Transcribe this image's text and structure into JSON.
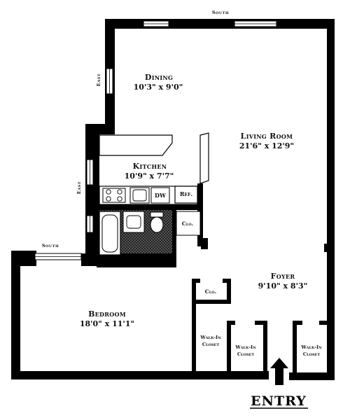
{
  "compass": {
    "south_top": "South",
    "east_upper": "East",
    "east_lower": "East",
    "south_left": "South"
  },
  "rooms": {
    "dining": {
      "name": "Dining",
      "dim": "10'3\" x 9'0\""
    },
    "living": {
      "name": "Living Room",
      "dim": "21'6\" x 12'9\""
    },
    "kitchen": {
      "name": "Kitchen",
      "dim": "10'9\" x 7'7\""
    },
    "foyer": {
      "name": "Foyer",
      "dim": "9'10\" x 8'3\""
    },
    "bedroom": {
      "name": "Bedroom",
      "dim": "18'0\" x 11'1\""
    }
  },
  "fixtures": {
    "dw": "DW",
    "ref": "Ref.",
    "clo_kitchen": "Clo.",
    "clo_foyer": "Clo.",
    "walkin_1": [
      "Walk-In",
      "Closet"
    ],
    "walkin_2": [
      "Walk-In",
      "Closet"
    ],
    "walkin_3": [
      "Walk-In",
      "Closet"
    ]
  },
  "entry": {
    "label": "ENTRY"
  }
}
